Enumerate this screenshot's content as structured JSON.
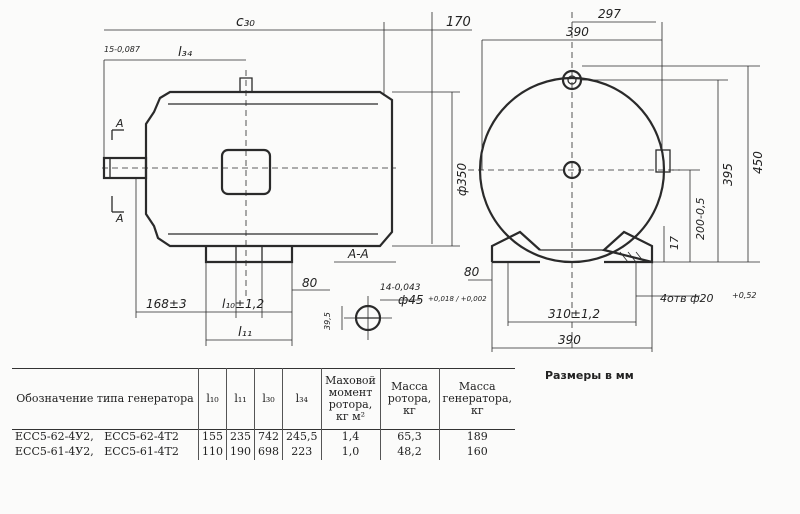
{
  "figure": {
    "labels": {
      "c30": "c₃₀",
      "dim_170": "170",
      "tol_top": "15-0,087",
      "l34": "l₃₄",
      "section_mark": "A",
      "dia_350": "ф350",
      "section_label": "A-A",
      "dim_80": "80",
      "dim_168": "168±3",
      "l10": "l₁₀±1,2",
      "l11": "l₁₁",
      "key_width": "14-0,043",
      "shaft_dia": "ф45",
      "shaft_tol": "+0,018 / +0,002",
      "dim_395": "39,5",
      "dim_297": "297",
      "dim_390_top": "390",
      "dim_450": "450",
      "dim_395_right": "395",
      "dim_200": "200-0,5",
      "dim_17": "17",
      "dim_80_right": "80",
      "dim_310": "310±1,2",
      "holes": "4отв ф20",
      "holes_tol": "+0,52",
      "dim_390_bottom": "390"
    },
    "note": "Размеры в мм"
  },
  "table": {
    "headers": {
      "designation": "Обозначение типа генератора",
      "l10": "l₁₀",
      "l11": "l₁₁",
      "l30": "l₃₀",
      "l34": "l₃₄",
      "flywheel": "Маховой момент ротора, кг м²",
      "rotor_mass": "Масса ротора, кг",
      "gen_mass": "Масса генератора, кг"
    },
    "rows": [
      {
        "model_a": "ЕСС5-62-4У2,",
        "model_b": "ЕСС5-62-4Т2",
        "l10": "155",
        "l11": "235",
        "l30": "742",
        "l34": "245,5",
        "flywheel": "1,4",
        "rotor_mass": "65,3",
        "gen_mass": "189"
      },
      {
        "model_a": "ЕСС5-61-4У2,",
        "model_b": "ЕСС5-61-4Т2",
        "l10": "110",
        "l11": "190",
        "l30": "698",
        "l34": "223",
        "flywheel": "1,0",
        "rotor_mass": "48,2",
        "gen_mass": "160"
      }
    ]
  }
}
